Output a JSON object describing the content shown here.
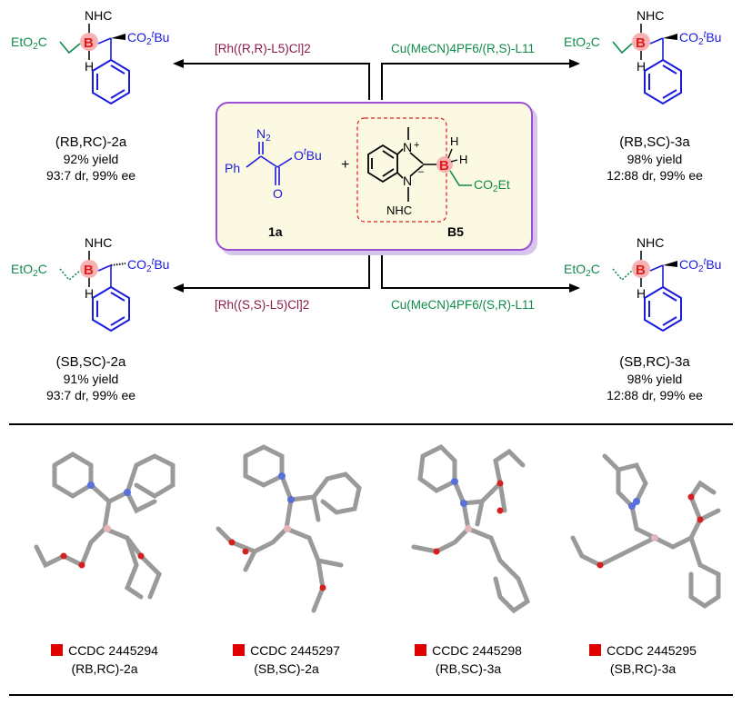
{
  "scheme": {
    "conditions": {
      "top_left": "[Rh((R,R)-L5)Cl]2",
      "top_right": "Cu(MeCN)4PF6/(R,S)-L11",
      "bottom_left": "[Rh((S,S)-L5)Cl]2",
      "bottom_right": "Cu(MeCN)4PF6/(S,R)-L11"
    },
    "reactants": {
      "diazo_label": "1a",
      "borane_label": "B5",
      "nhc_label": "NHC",
      "plus": "+"
    },
    "products": [
      {
        "id": "RB_RC_2a",
        "descriptor": "(RB,RC)-2a",
        "yield": "92% yield",
        "selectivity": "93:7 dr, 99% ee"
      },
      {
        "id": "RB_SC_3a",
        "descriptor": "(RB,SC)-3a",
        "yield": "98% yield",
        "selectivity": "12:88 dr, 99% ee"
      },
      {
        "id": "SB_SC_2a",
        "descriptor": "(SB,SC)-2a",
        "yield": "91% yield",
        "selectivity": "93:7 dr, 99% ee"
      },
      {
        "id": "SB_RC_3a",
        "descriptor": "(SB,RC)-3a",
        "yield": "98% yield",
        "selectivity": "12:88 dr, 99% ee"
      }
    ],
    "structure_text": {
      "nhc": "NHC",
      "ester_left": "EtO2C",
      "ester_right": "CO2tBu",
      "boron": "B",
      "hydrogen": "H",
      "n": "N",
      "plus": "+",
      "minus": "–",
      "co2et": "CO2Et",
      "ph": "Ph",
      "n2": "N2",
      "otbu": "OtBu",
      "o": "O"
    }
  },
  "crystal": {
    "entries": [
      {
        "ccdc": "CCDC 2445294",
        "descriptor": "(RB,RC)-2a"
      },
      {
        "ccdc": "CCDC 2445297",
        "descriptor": "(SB,SC)-2a"
      },
      {
        "ccdc": "CCDC 2445298",
        "descriptor": "(RB,SC)-3a"
      },
      {
        "ccdc": "CCDC 2445295",
        "descriptor": "(SB,RC)-3a"
      }
    ]
  },
  "colors": {
    "green": "#0f8a4a",
    "blue": "#1a1adf",
    "red": "#e01b1b",
    "boron_halo": "#f7b3b3",
    "purple": "#9b4fd3",
    "box_fill": "#fcf9e2",
    "rh_color": "#8b1a4a"
  }
}
